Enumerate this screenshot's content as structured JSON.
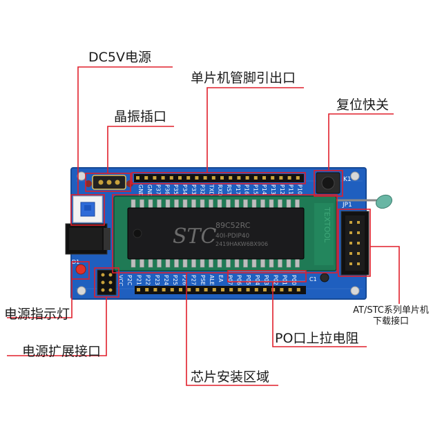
{
  "callouts": {
    "dc5v": "DC5V电源",
    "pin_header": "单片机管脚引出口",
    "reset": "复位快关",
    "crystal": "晶振插口",
    "power_led": "电源指示灯",
    "power_ext": "电源扩展接口",
    "download_line1": "AT/STC系列单片机",
    "download_line2": "下载接口",
    "p0_pullup": "PO口上拉电阻",
    "chip_area": "芯片安装区域"
  },
  "chip": {
    "brand": "STC",
    "model": "89C52RC",
    "package": "40I-PDIP40",
    "lot": "2419HAKW6BX906"
  },
  "board": {
    "reset_ref": "K1",
    "download_ref": "JP1",
    "led_ref": "D1",
    "cap_ref": "C1",
    "socket_brand": "TEXTOOL",
    "top_pin_labels": [
      "GND",
      "GND",
      "P37",
      "P36",
      "P35",
      "P34",
      "P33",
      "P32",
      "TXD",
      "RXD",
      "RST",
      "P17",
      "P16",
      "P15",
      "P14",
      "P13",
      "P12",
      "P11",
      "P10"
    ],
    "bottom_pin_labels": [
      "VCC",
      "P2C",
      "P21",
      "P22",
      "P23",
      "P24",
      "P25",
      "P26",
      "P27",
      "PSE",
      "ALE",
      "EA",
      "P07",
      "P06",
      "P05",
      "P04",
      "P03",
      "P02",
      "P01",
      "P00"
    ]
  },
  "colors": {
    "board_blue": "#1f5fbf",
    "leader_red": "#e01e2a",
    "socket_green": "#1f7a55",
    "chip_black": "#1b1b1d"
  }
}
